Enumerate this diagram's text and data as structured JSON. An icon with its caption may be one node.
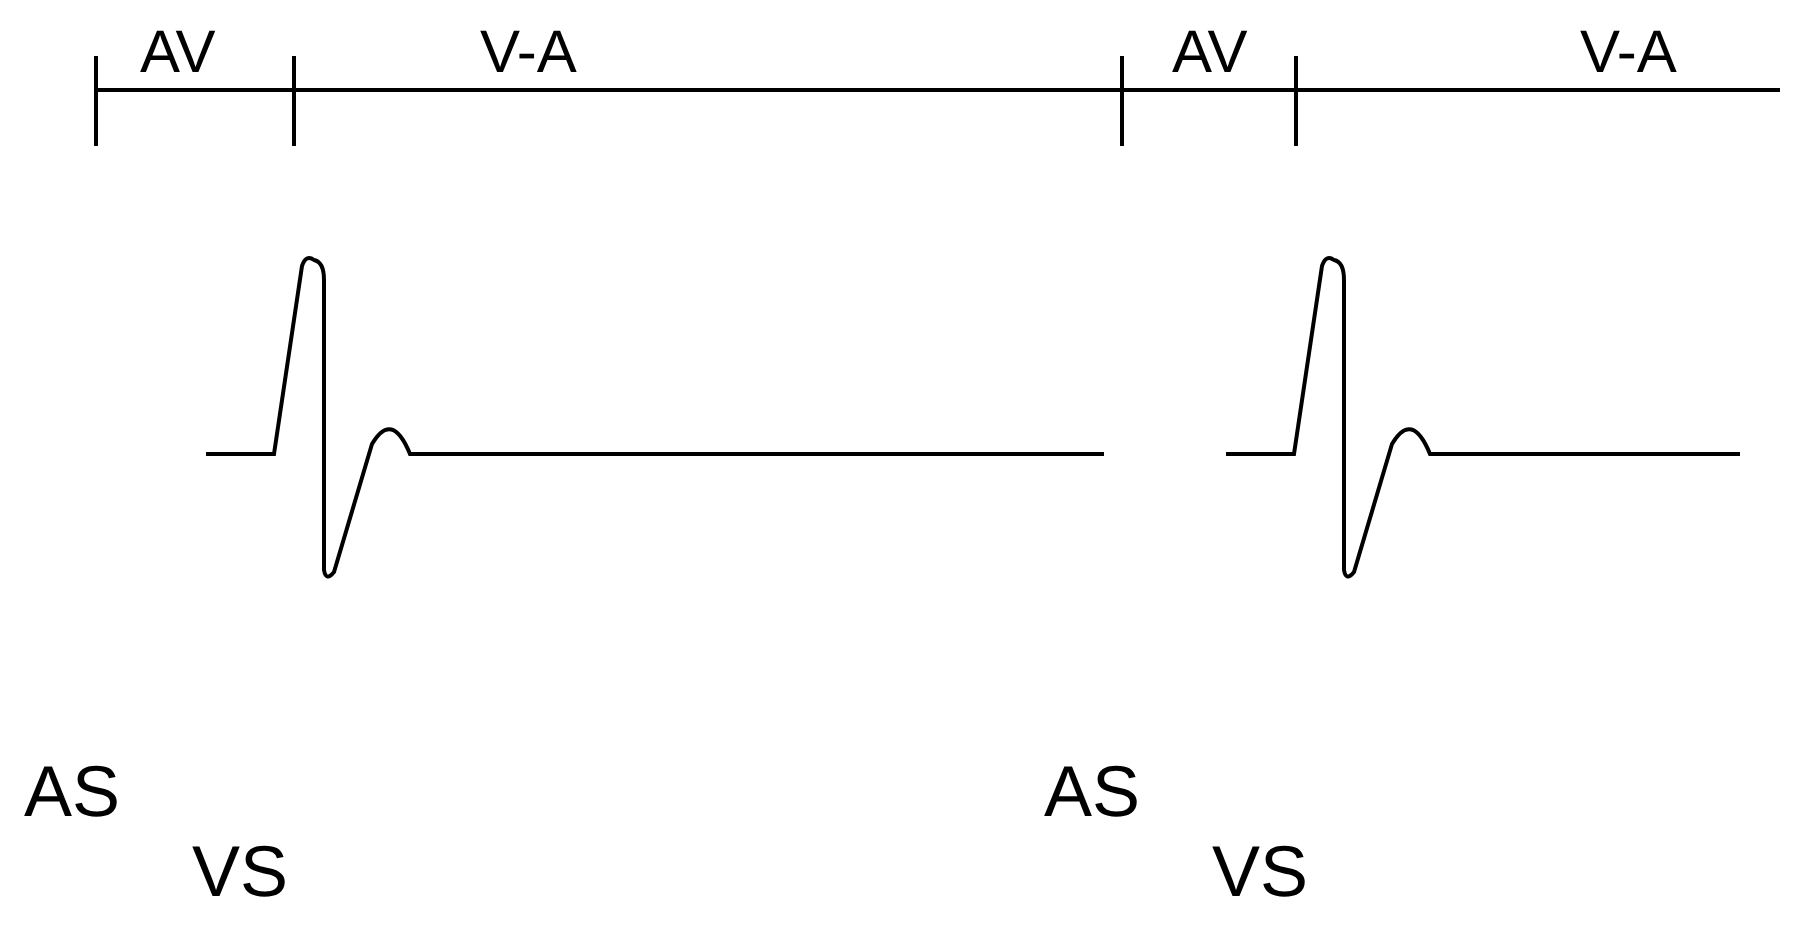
{
  "diagram": {
    "labels": [
      "AV",
      "V-A",
      "AV",
      "V-A",
      "AS",
      "VS",
      "AS",
      "VS"
    ]
  }
}
